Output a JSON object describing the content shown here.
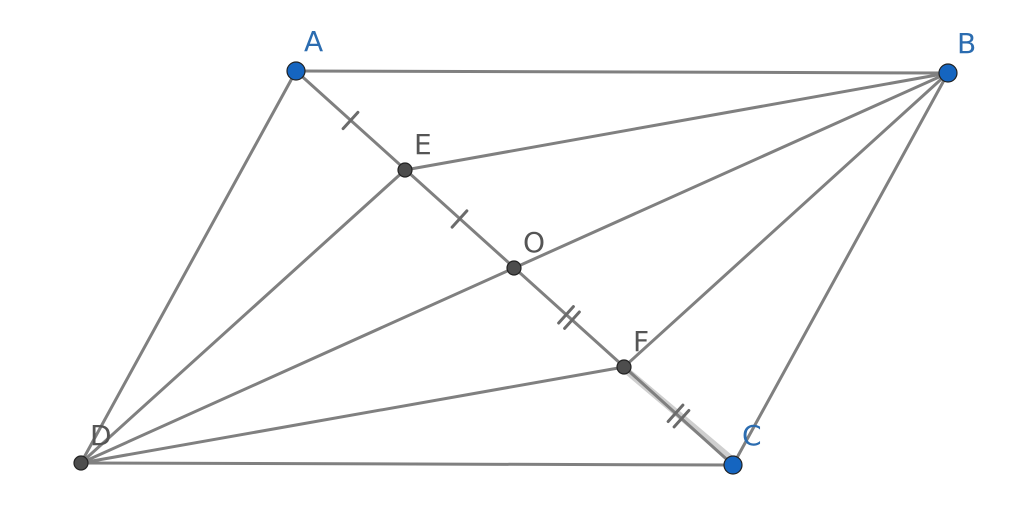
{
  "points": [
    {
      "id": "A",
      "label": "A",
      "color": "#1565c0",
      "label_color": "#2b6cb0",
      "kind": "free"
    },
    {
      "id": "B",
      "label": "B",
      "color": "#1565c0",
      "label_color": "#2b6cb0",
      "kind": "free"
    },
    {
      "id": "C",
      "label": "C",
      "color": "#1565c0",
      "label_color": "#2b6cb0",
      "kind": "free"
    },
    {
      "id": "D",
      "label": "D",
      "color": "#4d4d4d",
      "label_color": "#555555",
      "kind": "dependent"
    },
    {
      "id": "E",
      "label": "E",
      "color": "#4d4d4d",
      "label_color": "#555555",
      "kind": "dependent"
    },
    {
      "id": "O",
      "label": "O",
      "color": "#4d4d4d",
      "label_color": "#555555",
      "kind": "dependent"
    },
    {
      "id": "F",
      "label": "F",
      "color": "#4d4d4d",
      "label_color": "#555555",
      "kind": "dependent"
    }
  ],
  "segments": [
    [
      "A",
      "B"
    ],
    [
      "B",
      "C"
    ],
    [
      "C",
      "D"
    ],
    [
      "D",
      "A"
    ],
    [
      "A",
      "C"
    ],
    [
      "B",
      "E"
    ],
    [
      "B",
      "O"
    ],
    [
      "B",
      "F"
    ],
    [
      "D",
      "E"
    ],
    [
      "D",
      "O"
    ],
    [
      "D",
      "F"
    ]
  ],
  "equal_marks": [
    {
      "segment": [
        "A",
        "E"
      ],
      "ticks": 1
    },
    {
      "segment": [
        "E",
        "O"
      ],
      "ticks": 1
    },
    {
      "segment": [
        "O",
        "F"
      ],
      "ticks": 2
    },
    {
      "segment": [
        "F",
        "C"
      ],
      "ticks": 2
    }
  ]
}
